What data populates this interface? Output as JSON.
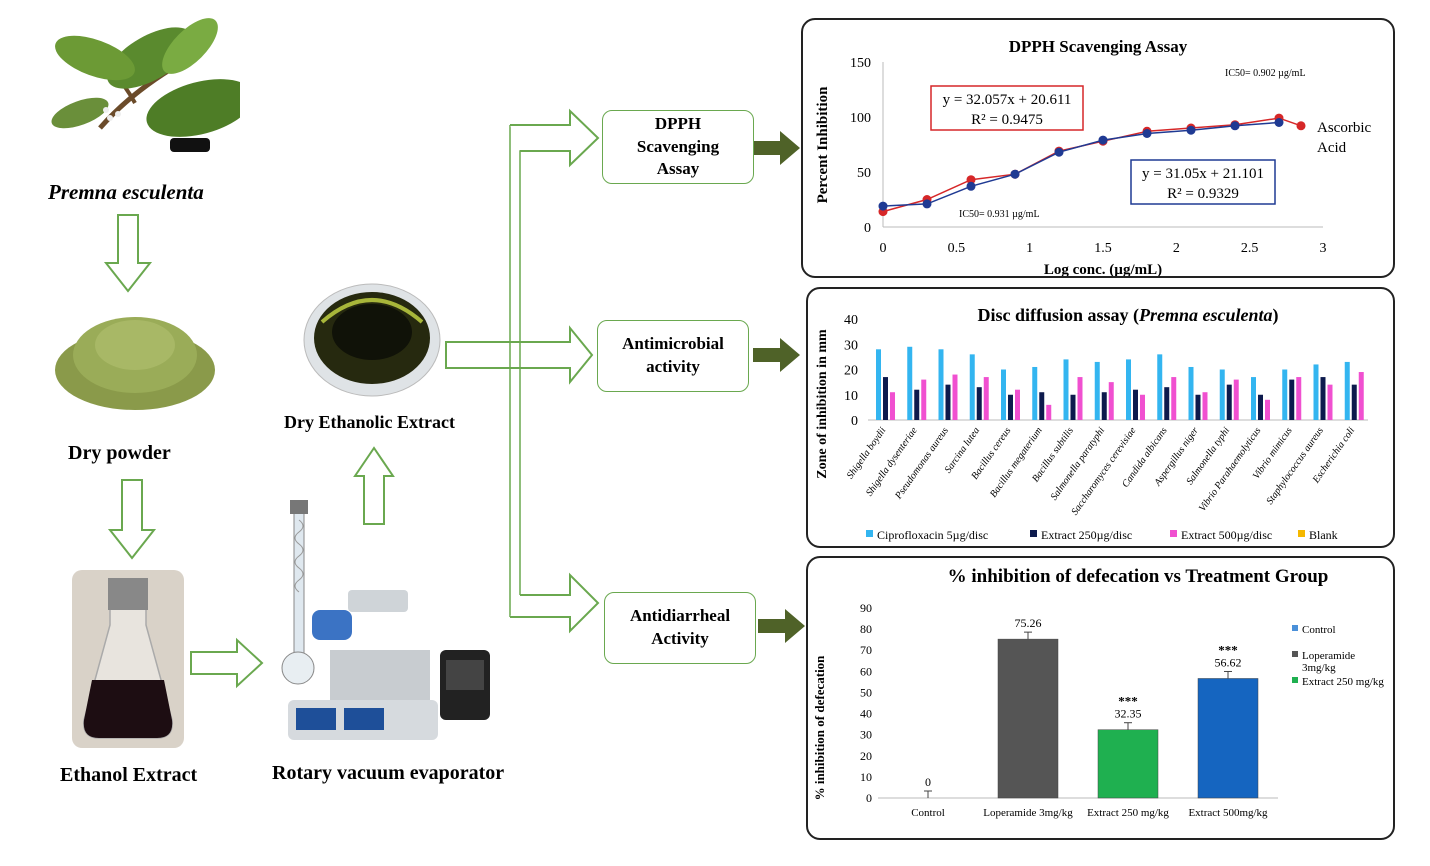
{
  "flow": {
    "plant_name": "Premna esculenta",
    "dry_powder": "Dry powder",
    "ethanol_extract": "Ethanol Extract",
    "rotary": "Rotary vacuum evaporator",
    "dry_extract": "Dry Ethanolic Extract",
    "assays": [
      "DPPH Scavenging Assay",
      "Antimicrobial activity",
      "Antidiarrheal Activity"
    ],
    "assay_lines": [
      [
        "DPPH",
        "Scavenging",
        "Assay"
      ],
      [
        "Antimicrobial",
        "activity"
      ],
      [
        "Antidiarrheal",
        "Activity"
      ]
    ],
    "arrow_color": "#4f6228",
    "outline_color": "#6aa84f"
  },
  "chart_data": [
    {
      "type": "line",
      "title": "DPPH Scavenging Assay",
      "xlabel": "Log conc. (µg/mL)",
      "ylabel": "Percent Inhibition",
      "xlim": [
        0,
        3
      ],
      "ylim": [
        0,
        150
      ],
      "x_ticks": [
        "0",
        "0.5",
        "1",
        "1.5",
        "2",
        "2.5",
        "3"
      ],
      "y_ticks": [
        "0",
        "50",
        "100",
        "150"
      ],
      "series": [
        {
          "name": "Ascorbic Acid",
          "color": "#d62728",
          "x": [
            0,
            0.3,
            0.6,
            0.9,
            1.2,
            1.5,
            1.8,
            2.1,
            2.4,
            2.7,
            2.85
          ],
          "y": [
            14,
            25,
            43,
            48,
            69,
            78,
            87,
            90,
            93,
            99,
            92
          ]
        },
        {
          "name": "",
          "color": "#1f3a93",
          "x": [
            0,
            0.3,
            0.6,
            0.9,
            1.2,
            1.5,
            1.8,
            2.1,
            2.4,
            2.7
          ],
          "y": [
            19,
            21,
            37,
            48,
            68,
            79,
            85,
            88,
            92,
            95
          ]
        }
      ],
      "series_label": [
        "Ascorbic",
        "Acid"
      ],
      "eq_red": [
        "y = 32.057x + 20.611",
        "R² = 0.9475"
      ],
      "eq_blue": [
        "y = 31.05x + 21.101",
        "R² = 0.9329"
      ],
      "ic50_top": "IC50= 0.902 µg/mL",
      "ic50_bottom": "IC50= 0.931 µg/mL",
      "grid": false
    },
    {
      "type": "bar",
      "title": "Disc diffusion assay (Premna esculenta)",
      "title_plain": "Disc diffusion assay (",
      "title_italic": "Premna esculenta",
      "title_end": ")",
      "ylabel": "Zone of inhibition in mm",
      "ylim": [
        0,
        40
      ],
      "y_ticks": [
        "0",
        "10",
        "20",
        "30",
        "40"
      ],
      "categories": [
        "Shigella boydii",
        "Shigella dysenteriae",
        "Pseudomonas aureus",
        "Sarcina lutea",
        "Bacillus cereus",
        "Bacillus megaterium",
        "Bacillus subtilis",
        "Salmonella paratyphi",
        "Saccharomyces cerevisiae",
        "Candida albicans",
        "Aspergillus niger",
        "Salmonella typhi",
        "Vibrio Parahaemolyticus",
        "Vibrio mimicus",
        "Staphylococcus aureus",
        "Escherichia coli"
      ],
      "series": [
        {
          "name": "Ciprofloxacin 5µg/disc",
          "color": "#33b5f0",
          "values": [
            28,
            29,
            28,
            26,
            20,
            21,
            24,
            23,
            24,
            26,
            21,
            20,
            17,
            20,
            22,
            23
          ]
        },
        {
          "name": "Extract 250µg/disc",
          "color": "#0d1a4d",
          "values": [
            17,
            12,
            14,
            13,
            10,
            11,
            10,
            11,
            12,
            13,
            10,
            14,
            10,
            16,
            17,
            14
          ]
        },
        {
          "name": "Extract 500µg/disc",
          "color": "#f050d0",
          "values": [
            11,
            16,
            18,
            17,
            12,
            6,
            17,
            15,
            10,
            17,
            11,
            16,
            8,
            17,
            14,
            19
          ]
        },
        {
          "name": "Blank",
          "color": "#f5b800",
          "values": [
            0,
            0,
            0,
            0,
            0,
            0,
            0,
            0,
            0,
            0,
            0,
            0,
            0,
            0,
            0,
            0
          ]
        }
      ],
      "legend_position": "bottom",
      "grid": false
    },
    {
      "type": "bar",
      "title": "% inhibition of defecation vs Treatment Group",
      "ylabel": "% inhibition of defecation",
      "ylim": [
        0,
        90
      ],
      "y_ticks": [
        "0",
        "10",
        "20",
        "30",
        "40",
        "50",
        "60",
        "70",
        "80",
        "90"
      ],
      "categories": [
        "Control",
        "Loperamide 3mg/kg",
        "Extract 250 mg/kg",
        "Extract 500mg/kg"
      ],
      "values": [
        0,
        75.26,
        32.35,
        56.62
      ],
      "value_labels": [
        "0",
        "75.26",
        "32.35",
        "56.62"
      ],
      "significance": [
        "",
        "",
        "***",
        "***"
      ],
      "colors": [
        "#4a90d9",
        "#555555",
        "#1fb050",
        "#1565c0"
      ],
      "legend": [
        {
          "name": "Control",
          "color": "#4a90d9"
        },
        {
          "name": "Loperamide 3mg/kg",
          "lines": [
            "Loperamide",
            "3mg/kg"
          ],
          "color": "#555555"
        },
        {
          "name": "Extract 250 mg/kg",
          "color": "#1fb050"
        }
      ],
      "legend_position": "right",
      "grid": false
    }
  ]
}
